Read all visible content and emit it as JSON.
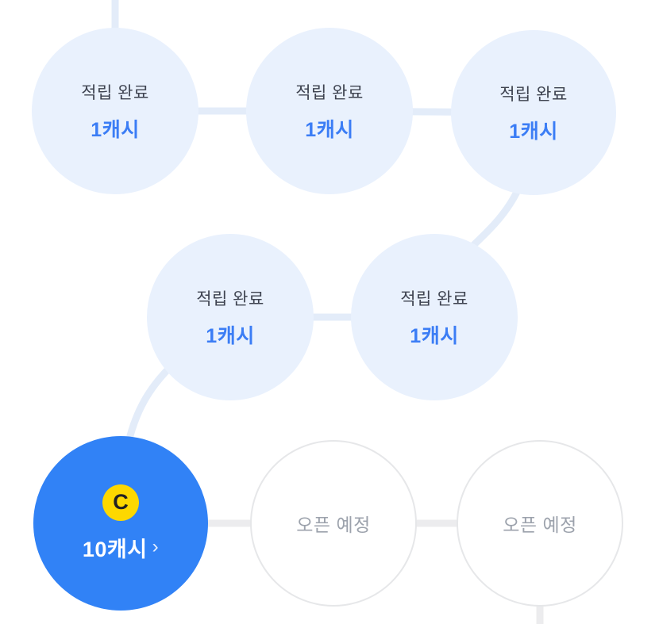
{
  "colors": {
    "light_blue_fill": "#E9F1FD",
    "blue": "#3182F6",
    "blue_text": "#3B7DF5",
    "dark_text": "#3E4350",
    "gray_text": "#9CA2AC",
    "white_circle_border": "#E6E7E9",
    "connector_blue": "#E3ECF9",
    "connector_gray": "#ECECEE",
    "coin_yellow": "#FDD800",
    "coin_letter_color": "#212124"
  },
  "nodes": [
    {
      "state": "done",
      "line1": "적립 완료",
      "line2": "1캐시"
    },
    {
      "state": "done",
      "line1": "적립 완료",
      "line2": "1캐시"
    },
    {
      "state": "done",
      "line1": "적립 완료",
      "line2": "1캐시"
    },
    {
      "state": "done",
      "line1": "적립 완료",
      "line2": "1캐시"
    },
    {
      "state": "done",
      "line1": "적립 완료",
      "line2": "1캐시"
    },
    {
      "state": "current",
      "coin_letter": "C",
      "amount": "10캐시",
      "chevron": "›"
    },
    {
      "state": "upcoming",
      "label": "오픈 예정"
    },
    {
      "state": "upcoming",
      "label": "오픈 예정"
    }
  ]
}
